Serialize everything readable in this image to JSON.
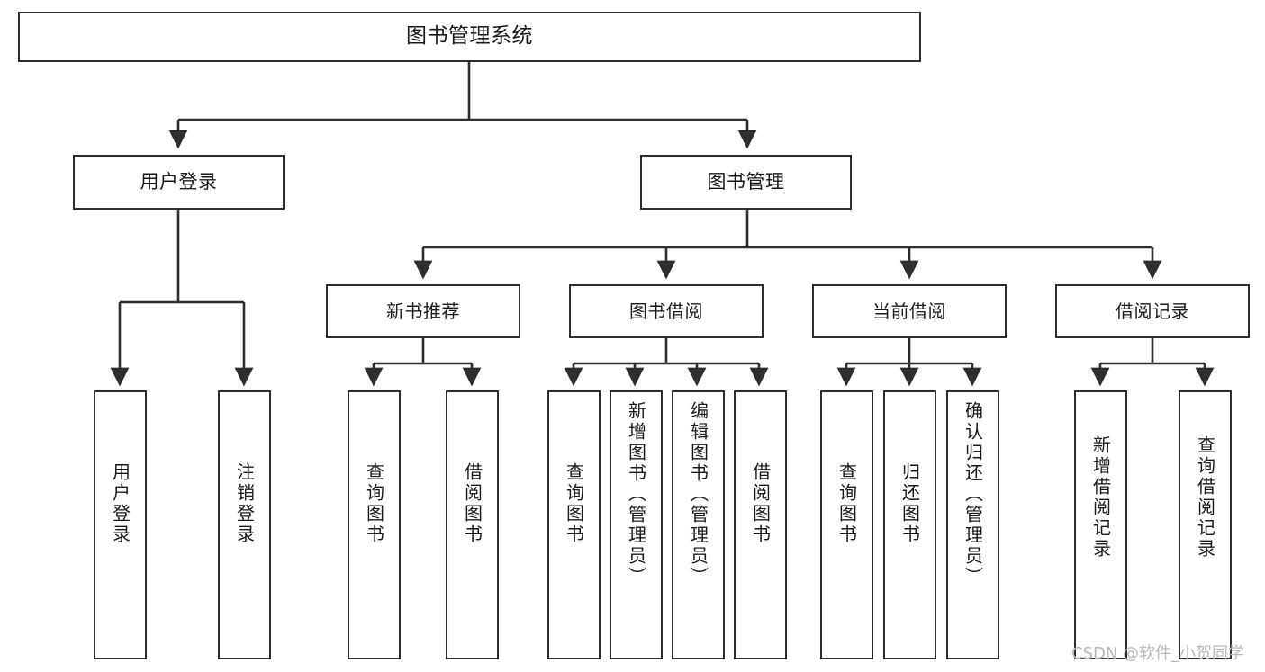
{
  "diagram": {
    "type": "tree-hierarchy-chart",
    "title_node": "图书管理系统",
    "watermark": "CSDN @软件_小贺同学",
    "colors": {
      "background": "#ffffff",
      "box_border": "#2e2e2e",
      "edge": "#2e2e2e",
      "text": "#1a1a1a",
      "watermark": "#b9b9b9"
    },
    "levels": {
      "root": [
        "图书管理系统"
      ],
      "level2": [
        "用户登录",
        "图书管理"
      ],
      "level3": [
        "新书推荐",
        "图书借阅",
        "当前借阅",
        "借阅记录"
      ],
      "leaves": [
        "用户登录",
        "注销登录",
        "查询图书",
        "借阅图书",
        "查询图书",
        "新增图书（管理员）",
        "编辑图书（管理员）",
        "借阅图书",
        "查询图书",
        "归还图书",
        "确认归还（管理员）",
        "新增借阅记录",
        "查询借阅记录"
      ]
    },
    "nodes": {
      "root": {
        "label": "图书管理系统"
      },
      "user_login": {
        "label": "用户登录"
      },
      "book_manage": {
        "label": "图书管理"
      },
      "new_book_rec": {
        "label": "新书推荐"
      },
      "book_borrow": {
        "label": "图书借阅"
      },
      "current_borrow": {
        "label": "当前借阅"
      },
      "borrow_record": {
        "label": "借阅记录"
      },
      "leaf_user_login": {
        "label": "用户登录"
      },
      "leaf_logout": {
        "label": "注销登录"
      },
      "leaf_query_book_a": {
        "label": "查询图书"
      },
      "leaf_borrow_book_a": {
        "label": "借阅图书"
      },
      "leaf_query_book_b": {
        "label": "查询图书"
      },
      "leaf_add_book": {
        "label": "新增图书（管理员）"
      },
      "leaf_edit_book": {
        "label": "编辑图书（管理员）"
      },
      "leaf_borrow_book_b": {
        "label": "借阅图书"
      },
      "leaf_query_book_c": {
        "label": "查询图书"
      },
      "leaf_return_book": {
        "label": "归还图书"
      },
      "leaf_confirm_return": {
        "label": "确认归还（管理员）"
      },
      "leaf_add_record": {
        "label": "新增借阅记录"
      },
      "leaf_query_record": {
        "label": "查询借阅记录"
      }
    }
  }
}
